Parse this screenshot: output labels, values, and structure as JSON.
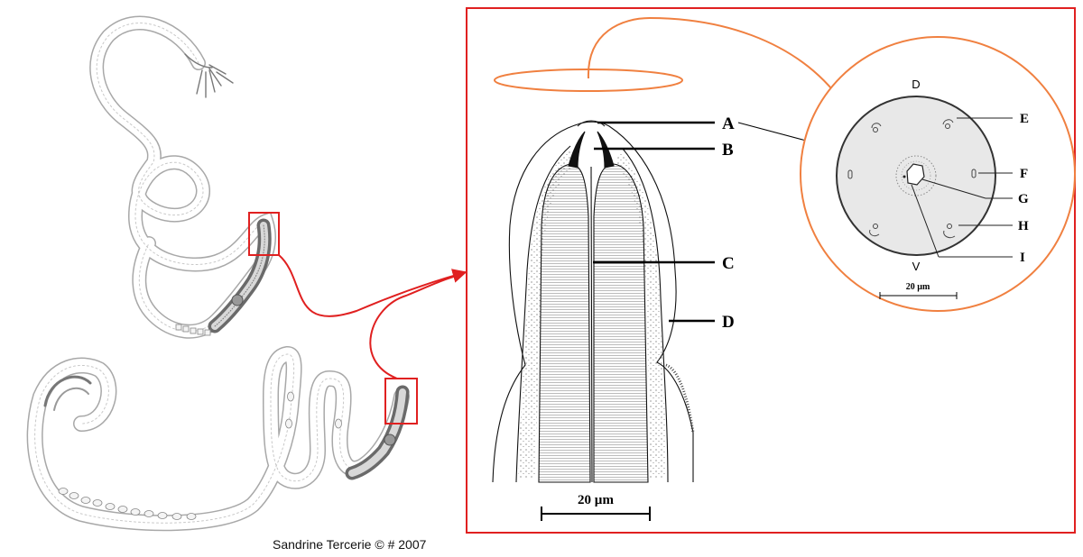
{
  "detail_labels": {
    "A": "A",
    "B": "B",
    "C": "C",
    "D": "D"
  },
  "enface_labels": {
    "E": "E",
    "F": "F",
    "G": "G",
    "H": "H",
    "I": "I"
  },
  "orientation": {
    "dorsal": "D",
    "ventral": "V"
  },
  "scale_bars": {
    "detail": "20 µm",
    "enface": "20 µm"
  },
  "credit": "Sandrine Tercerie © # 2007",
  "colors": {
    "highlight_red": "#e02020",
    "connector_orange": "#f08040",
    "drawing_gray": "#9a9a9a",
    "enface_fill": "#e8e8e8"
  }
}
